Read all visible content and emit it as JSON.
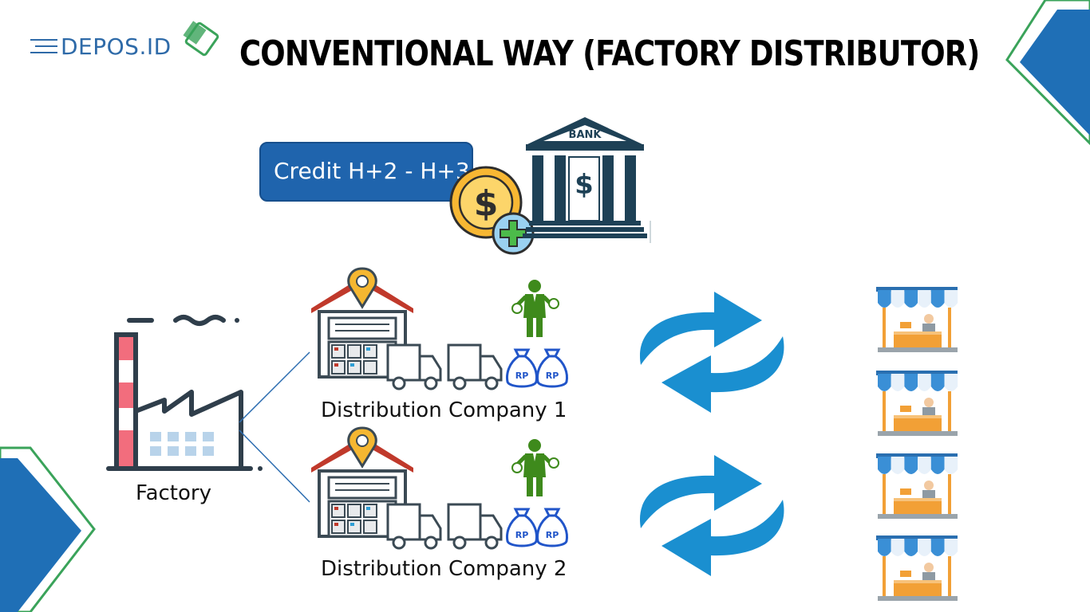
{
  "header": {
    "logo_text": "DEPOS.ID",
    "title": "CONVENTIONAL WAY (FACTORY DISTRIBUTOR)"
  },
  "credit": {
    "label": "Credit H+2 - H+3"
  },
  "bank": {
    "sign": "BANK",
    "currency_symbol": "$"
  },
  "factory": {
    "label": "Factory"
  },
  "distributors": [
    {
      "label": "Distribution Company 1",
      "bag_text": "RP"
    },
    {
      "label": "Distribution Company 2",
      "bag_text": "RP"
    }
  ],
  "colors": {
    "accent_blue": "#1f64ad",
    "corner_blue": "#1f6fb6",
    "cycle_arrow": "#1a8fd0",
    "figure_green": "#3e8a1c",
    "bag_blue": "#2155c9",
    "awning_blue": "#3a8fd6",
    "counter_orange": "#f2a036"
  },
  "icons": [
    "bank-icon",
    "dollar-coin-icon",
    "plus-icon",
    "factory-icon",
    "warehouse-icon",
    "truck-icon",
    "money-bag-icon",
    "businessman-icon",
    "cycle-arrows-icon",
    "shop-icon"
  ]
}
